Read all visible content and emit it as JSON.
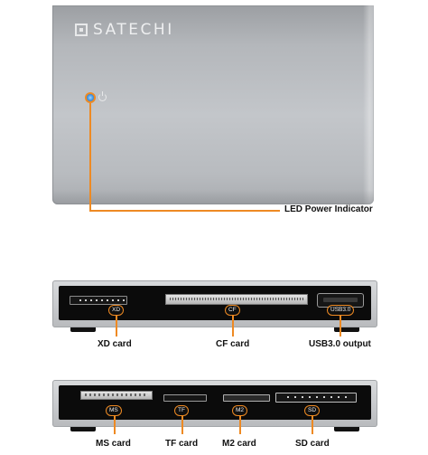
{
  "brand": {
    "name": "SATECHI"
  },
  "top_view": {
    "led_label": "LED Power Indicator"
  },
  "panel_1": {
    "slots": [
      {
        "callout": "XD",
        "label": "XD card"
      },
      {
        "callout": "CF",
        "label": "CF card"
      },
      {
        "callout": "USB3.0",
        "label": "USB3.0 output"
      }
    ]
  },
  "panel_2": {
    "slots": [
      {
        "callout": "MS",
        "label": "MS card"
      },
      {
        "callout": "TF",
        "label": "TF card"
      },
      {
        "callout": "M2",
        "label": "M2 card"
      },
      {
        "callout": "SD",
        "label": "SD card"
      }
    ]
  },
  "colors": {
    "callout_orange": "#ee8a23",
    "led_blue": "#3a8fe0",
    "aluminum": "#c3c6ca"
  }
}
